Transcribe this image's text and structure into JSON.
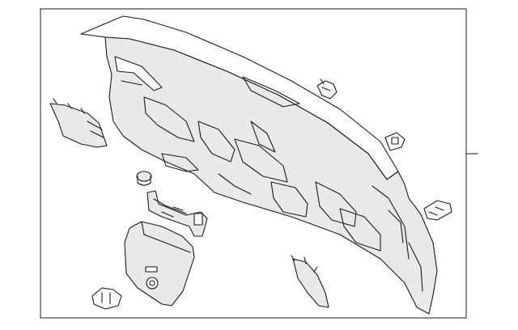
{
  "diagram": {
    "frame_color": "#1a1a1a",
    "part_fill": "#e9e9e9",
    "background": "#ffffff",
    "parts": [
      "main-trim-panel",
      "left-side-bracket",
      "upper-clip",
      "right-clip",
      "right-end-clip",
      "small-cap",
      "connector-bracket",
      "lower-cover",
      "small-connector",
      "lower-right-bracket"
    ]
  }
}
